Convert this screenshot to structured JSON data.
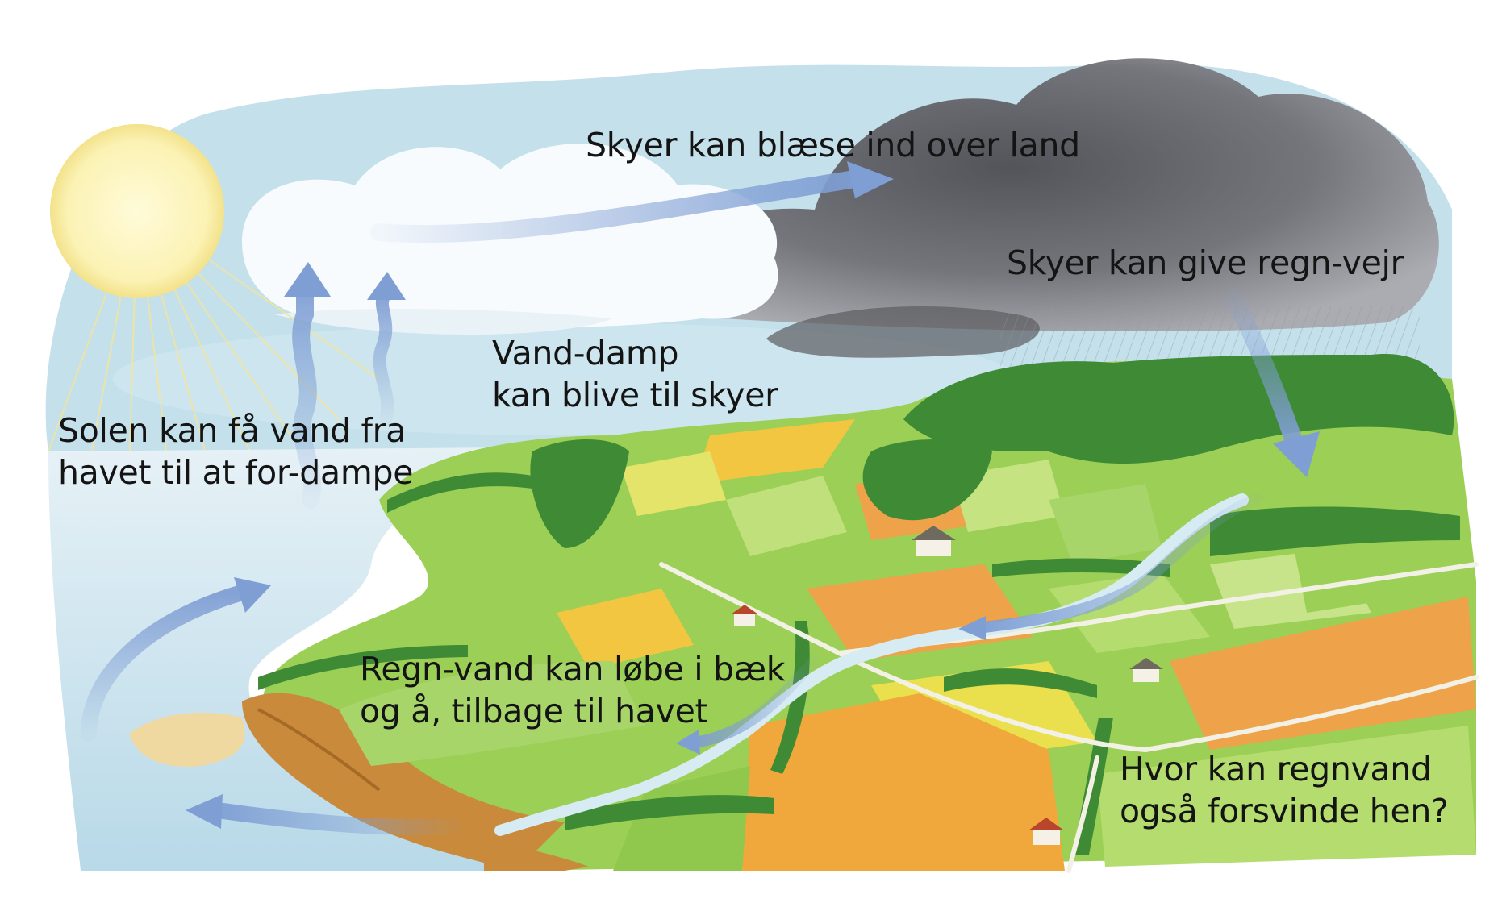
{
  "labels": {
    "clouds_blow": "Skyer kan blæse ind over land",
    "clouds_rain": "Skyer kan give regn-vejr",
    "vapor": [
      "Vand-damp",
      "kan blive til skyer"
    ],
    "sun": [
      "Solen kan få vand fra",
      "havet til at for-dampe"
    ],
    "runoff": [
      "Regn-vand kan løbe i bæk",
      "og å, tilbage til havet"
    ],
    "question": [
      "Hvor kan regnvand",
      "også forsvinde hen?"
    ]
  },
  "colors": {
    "sky": "#b9dbe8",
    "sun": "#fbf2b4",
    "sea": "#c9e2ee",
    "rain_cloud": "#6e6e73",
    "forest": "#3f8a35",
    "field_green": "#9ccf55",
    "field_yellow": "#f2c640",
    "field_orange": "#eea24a",
    "arrow": "#7f9ed4",
    "cliff": "#c98a3c"
  },
  "icons": [
    "sun-icon",
    "rain-cloud-icon",
    "white-cloud-icon",
    "evaporation-arrow-icon",
    "flow-arrow-icon",
    "farmhouse-icon"
  ]
}
